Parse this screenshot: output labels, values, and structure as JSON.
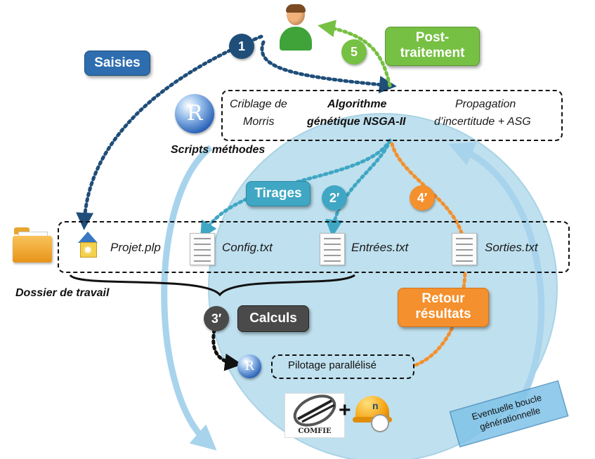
{
  "labels": {
    "saisies": "Saisies",
    "post_traitement_line1": "Post-",
    "post_traitement_line2": "traitement",
    "tirages": "Tirages",
    "calculs": "Calculs",
    "retour_line1": "Retour",
    "retour_line2": "résultats",
    "scripts_methodes": "Scripts méthodes",
    "dossier_de_travail": "Dossier de travail",
    "eventuelle_line1": "Eventuelle boucle",
    "eventuelle_line2": "générationnelle"
  },
  "methods": {
    "criblage_line1": "Criblage de",
    "criblage_line2": "Morris",
    "algo_line1": "Algorithme",
    "algo_line2": "génétique NSGA-II",
    "propagation_line1": "Propagation",
    "propagation_line2": "d’incertitude + ASG"
  },
  "files": {
    "projet": "Projet.plp",
    "config": "Config.txt",
    "entrees": "Entrées.txt",
    "sorties": "Sorties.txt"
  },
  "pilotage": "Pilotage parallélisé",
  "steps": {
    "step1": "1",
    "step5": "5",
    "step2": "2′",
    "step3": "3′",
    "step4": "4′"
  },
  "logos": {
    "r": "R",
    "comfie": "COMFIE",
    "plus": "+",
    "n": "n"
  },
  "colors": {
    "navy": "#1f4e79",
    "saisies_blue": "#2e6db0",
    "green": "#76c043",
    "teal": "#3fa7c4",
    "orange": "#f4902d",
    "dark_gray": "#4a4a4a",
    "circle_fill": "#bfe0ee",
    "light_blue_arrow": "#a8d3ec"
  }
}
